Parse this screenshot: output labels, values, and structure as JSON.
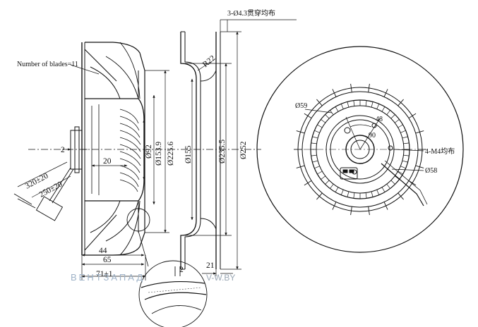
{
  "labels": {
    "blades": "Number of blades=11",
    "holes": "3-Ø4.3贯穿均布",
    "radius": "R22",
    "d92": "Ø92",
    "d153": "Ø153.9",
    "d225": "Ø225.6",
    "d155": "Ø155",
    "d235": "Ø235.5",
    "d252": "Ø252",
    "dim2_left": "2",
    "dim20": "20",
    "dim44": "44",
    "dim65": "65",
    "dim71": "71±1",
    "dim21": "21",
    "dim2_detail": "2",
    "cable320": "320±20",
    "cable250": "250±20",
    "d59": "Ø59",
    "a48": "48",
    "a90": "90",
    "m4": "4-M4均布",
    "d58": "Ø58"
  },
  "watermark": {
    "brand": "ВЕНТЗАПАД",
    "domain": "V-W.BY",
    "brand_color": "#9fb3c8"
  },
  "colors": {
    "line": "#111111",
    "hatch": "#444444",
    "watermark": "#9fb3c8"
  }
}
